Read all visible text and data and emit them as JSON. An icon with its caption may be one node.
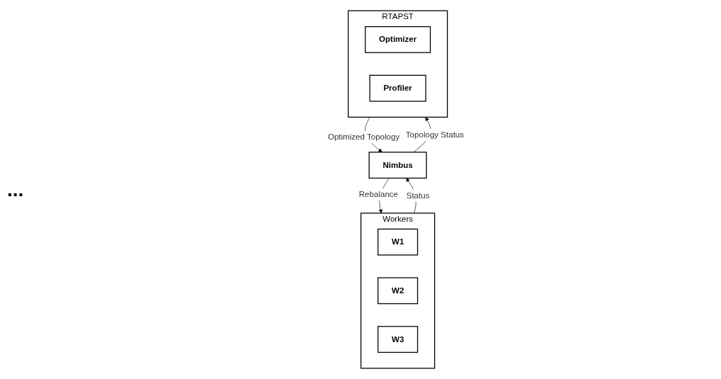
{
  "diagram": {
    "nodes": [
      {
        "text": [
          "Workers"
        ]
      },
      {
        "text": [
          "W1"
        ],
        "in": 0
      },
      {
        "text": [
          "W2"
        ],
        "in": 0
      },
      {
        "text": [
          "W3"
        ],
        "in": 0
      },
      {
        "text": [
          "RTAPST"
        ]
      },
      {
        "text": [
          "Optimizer"
        ],
        "in": 4
      },
      {
        "text": [
          "Profiler"
        ],
        "in": 4
      },
      {
        "text": [
          "Nimbus"
        ]
      }
    ],
    "edges": [
      {
        "from": 0,
        "to": 7,
        "arrow": "to",
        "label": "Status"
      },
      {
        "from": 7,
        "to": 0,
        "arrow": "to",
        "label": "Rebalance"
      },
      {
        "from": 4,
        "to": 7,
        "arrow": "to",
        "label": "Optimized Topology"
      },
      {
        "from": 7,
        "to": 4,
        "arrow": "to",
        "label": "Topology Status"
      }
    ],
    "labels": [
      "..."
    ]
  }
}
